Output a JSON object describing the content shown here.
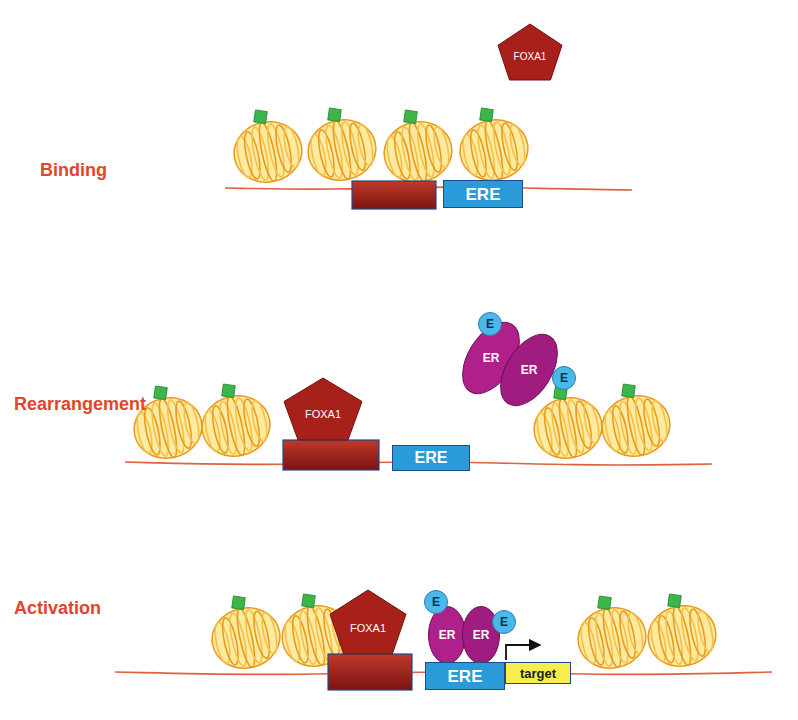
{
  "diagram": {
    "nodes": [
      {
        "text": [
          "FOXA1"
        ]
      },
      {
        "text": [
          "ERE"
        ]
      },
      {
        "text": [
          "ER"
        ]
      },
      {
        "text": [
          "ER"
        ]
      },
      {
        "text": [
          "E"
        ]
      },
      {
        "text": [
          "E"
        ]
      },
      {
        "text": [
          "FOXA1"
        ]
      },
      {
        "text": [
          "ERE"
        ]
      },
      {
        "text": [
          "FOXA1"
        ]
      },
      {
        "text": [
          "ER"
        ]
      },
      {
        "text": [
          "ER"
        ]
      },
      {
        "text": [
          "E"
        ]
      },
      {
        "text": [
          "E"
        ]
      },
      {
        "text": [
          "ERE"
        ]
      },
      {
        "text": [
          "target"
        ]
      }
    ],
    "labels": [
      "Binding",
      "Rearrangement",
      "Activation"
    ]
  }
}
